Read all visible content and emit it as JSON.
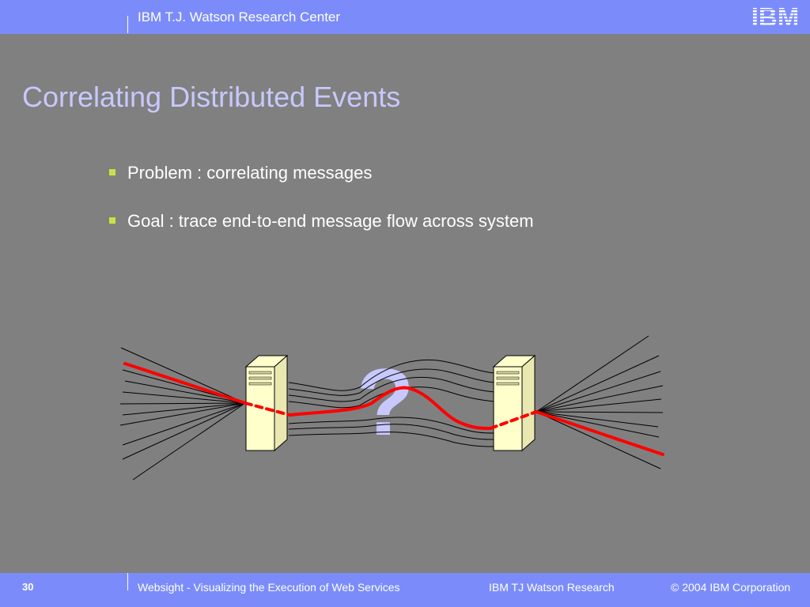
{
  "header": {
    "title": "IBM T.J. Watson Research Center",
    "logo_text": "IBM"
  },
  "slide": {
    "title": "Correlating Distributed Events",
    "bullets": [
      "Problem : correlating messages",
      "Goal : trace end-to-end message flow across system"
    ]
  },
  "diagram": {
    "question_mark": "?",
    "left_server_icon": "server-icon",
    "right_server_icon": "server-icon"
  },
  "footer": {
    "page_number": "30",
    "left_text": "Websight  - Visualizing the Execution of Web Services",
    "center_text": "IBM TJ  Watson Research",
    "right_text": "© 2004 IBM Corporation"
  },
  "colors": {
    "background": "#808080",
    "bar": "#7b8cfa",
    "title": "#c8c8ff",
    "bullet_marker": "#cce046",
    "trace_line": "#ff0000",
    "server_fill": "#ffffcc",
    "question_mark": "#c8c8ff"
  }
}
